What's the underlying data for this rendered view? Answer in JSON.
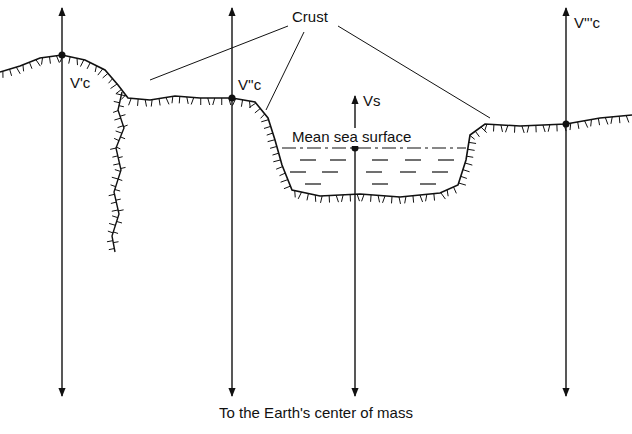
{
  "diagram": {
    "labels": [
      "V'c",
      "Crust",
      "V''c",
      "Vs",
      "Mean sea surface",
      "V'''c",
      "To the Earth's center of mass"
    ]
  }
}
